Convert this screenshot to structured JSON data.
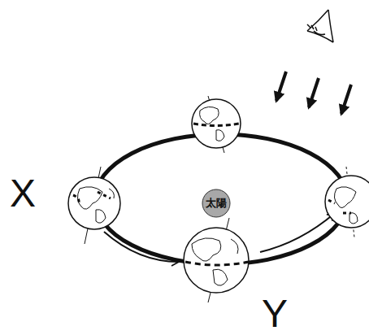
{
  "diagram": {
    "nodes": [
      {
        "text": [
          "太陽"
        ]
      }
    ],
    "labels": [
      "X",
      "Y"
    ]
  }
}
